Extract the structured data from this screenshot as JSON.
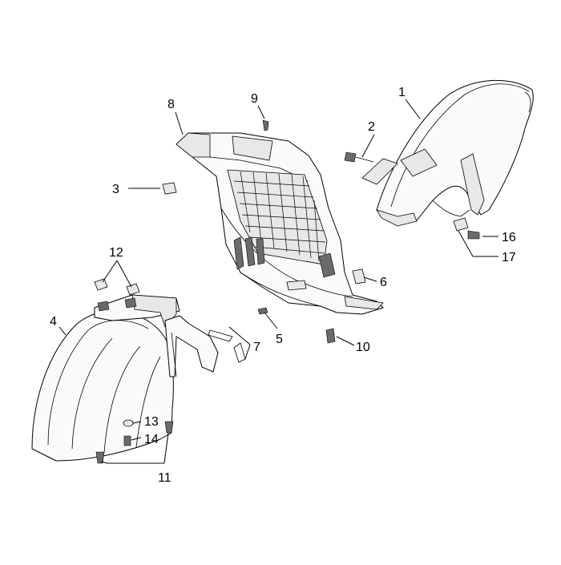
{
  "callouts": {
    "c1": "1",
    "c2": "2",
    "c3": "3",
    "c4": "4",
    "c5": "5",
    "c6": "6",
    "c7": "7",
    "c8": "8",
    "c9": "9",
    "c10": "10",
    "c11": "11",
    "c12": "12",
    "c13": "13",
    "c14": "14",
    "c16": "16",
    "c17": "17"
  }
}
